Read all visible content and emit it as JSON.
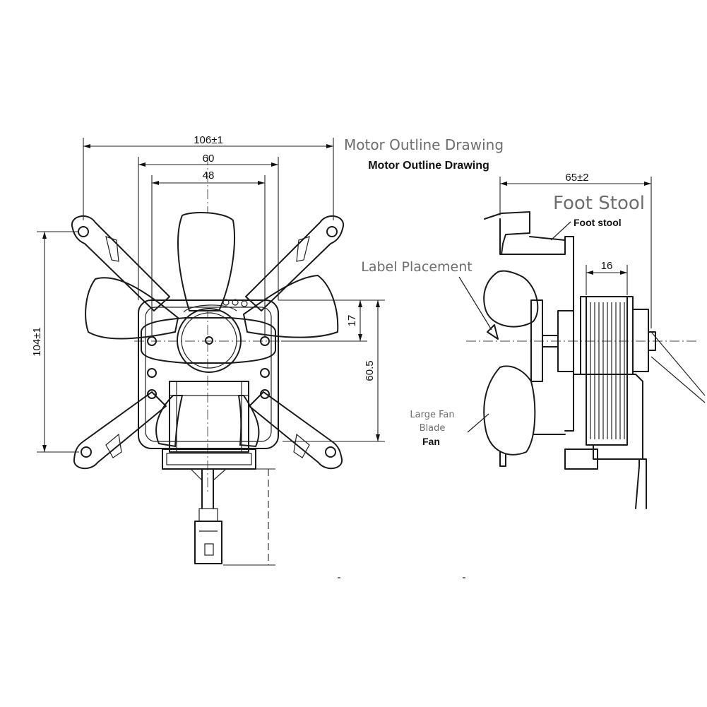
{
  "overlay_labels": {
    "title": "Motor Outline Drawing",
    "foot_stool": "Foot Stool",
    "label_placement": "Label Placement",
    "large_fan_blade_line1": "Large Fan",
    "large_fan_blade_line2": "Blade"
  },
  "printed_labels": {
    "title": "Motor Outline Drawing",
    "foot_stool": "Foot stool",
    "fan": "Fan"
  },
  "dimensions": {
    "overall_width": "106±1",
    "mount_width": "60",
    "hole_spacing": "48",
    "overall_height": "104±1",
    "shaft_offset": "17",
    "mount_height": "60.5",
    "side_depth": "65±2",
    "coil_width": "16"
  },
  "colors": {
    "line": "#1a1a1a",
    "overlay_text": "#6e6e6e",
    "background": "#ffffff"
  }
}
